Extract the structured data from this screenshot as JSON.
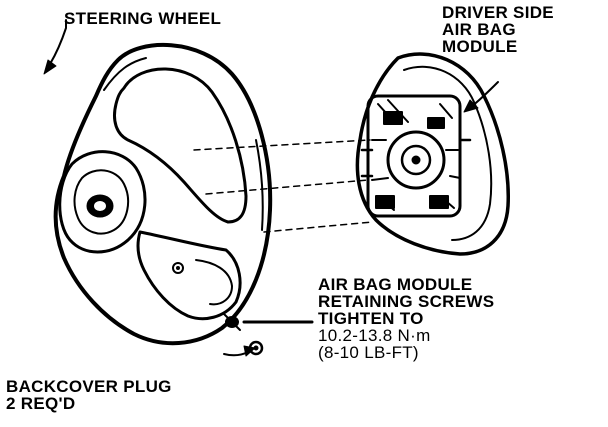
{
  "labels": {
    "steering_wheel": "STEERING WHEEL",
    "air_bag_module": [
      "DRIVER SIDE",
      "AIR BAG",
      "MODULE"
    ],
    "retaining_screws": [
      "AIR BAG MODULE",
      "RETAINING SCREWS",
      "TIGHTEN TO",
      "10.2-13.8 N·m",
      "(8-10 LB-FT)"
    ],
    "backcover_plug": [
      "BACKCOVER PLUG",
      "2 REQ'D"
    ]
  },
  "colors": {
    "ink": "#000000",
    "paper": "#ffffff"
  }
}
